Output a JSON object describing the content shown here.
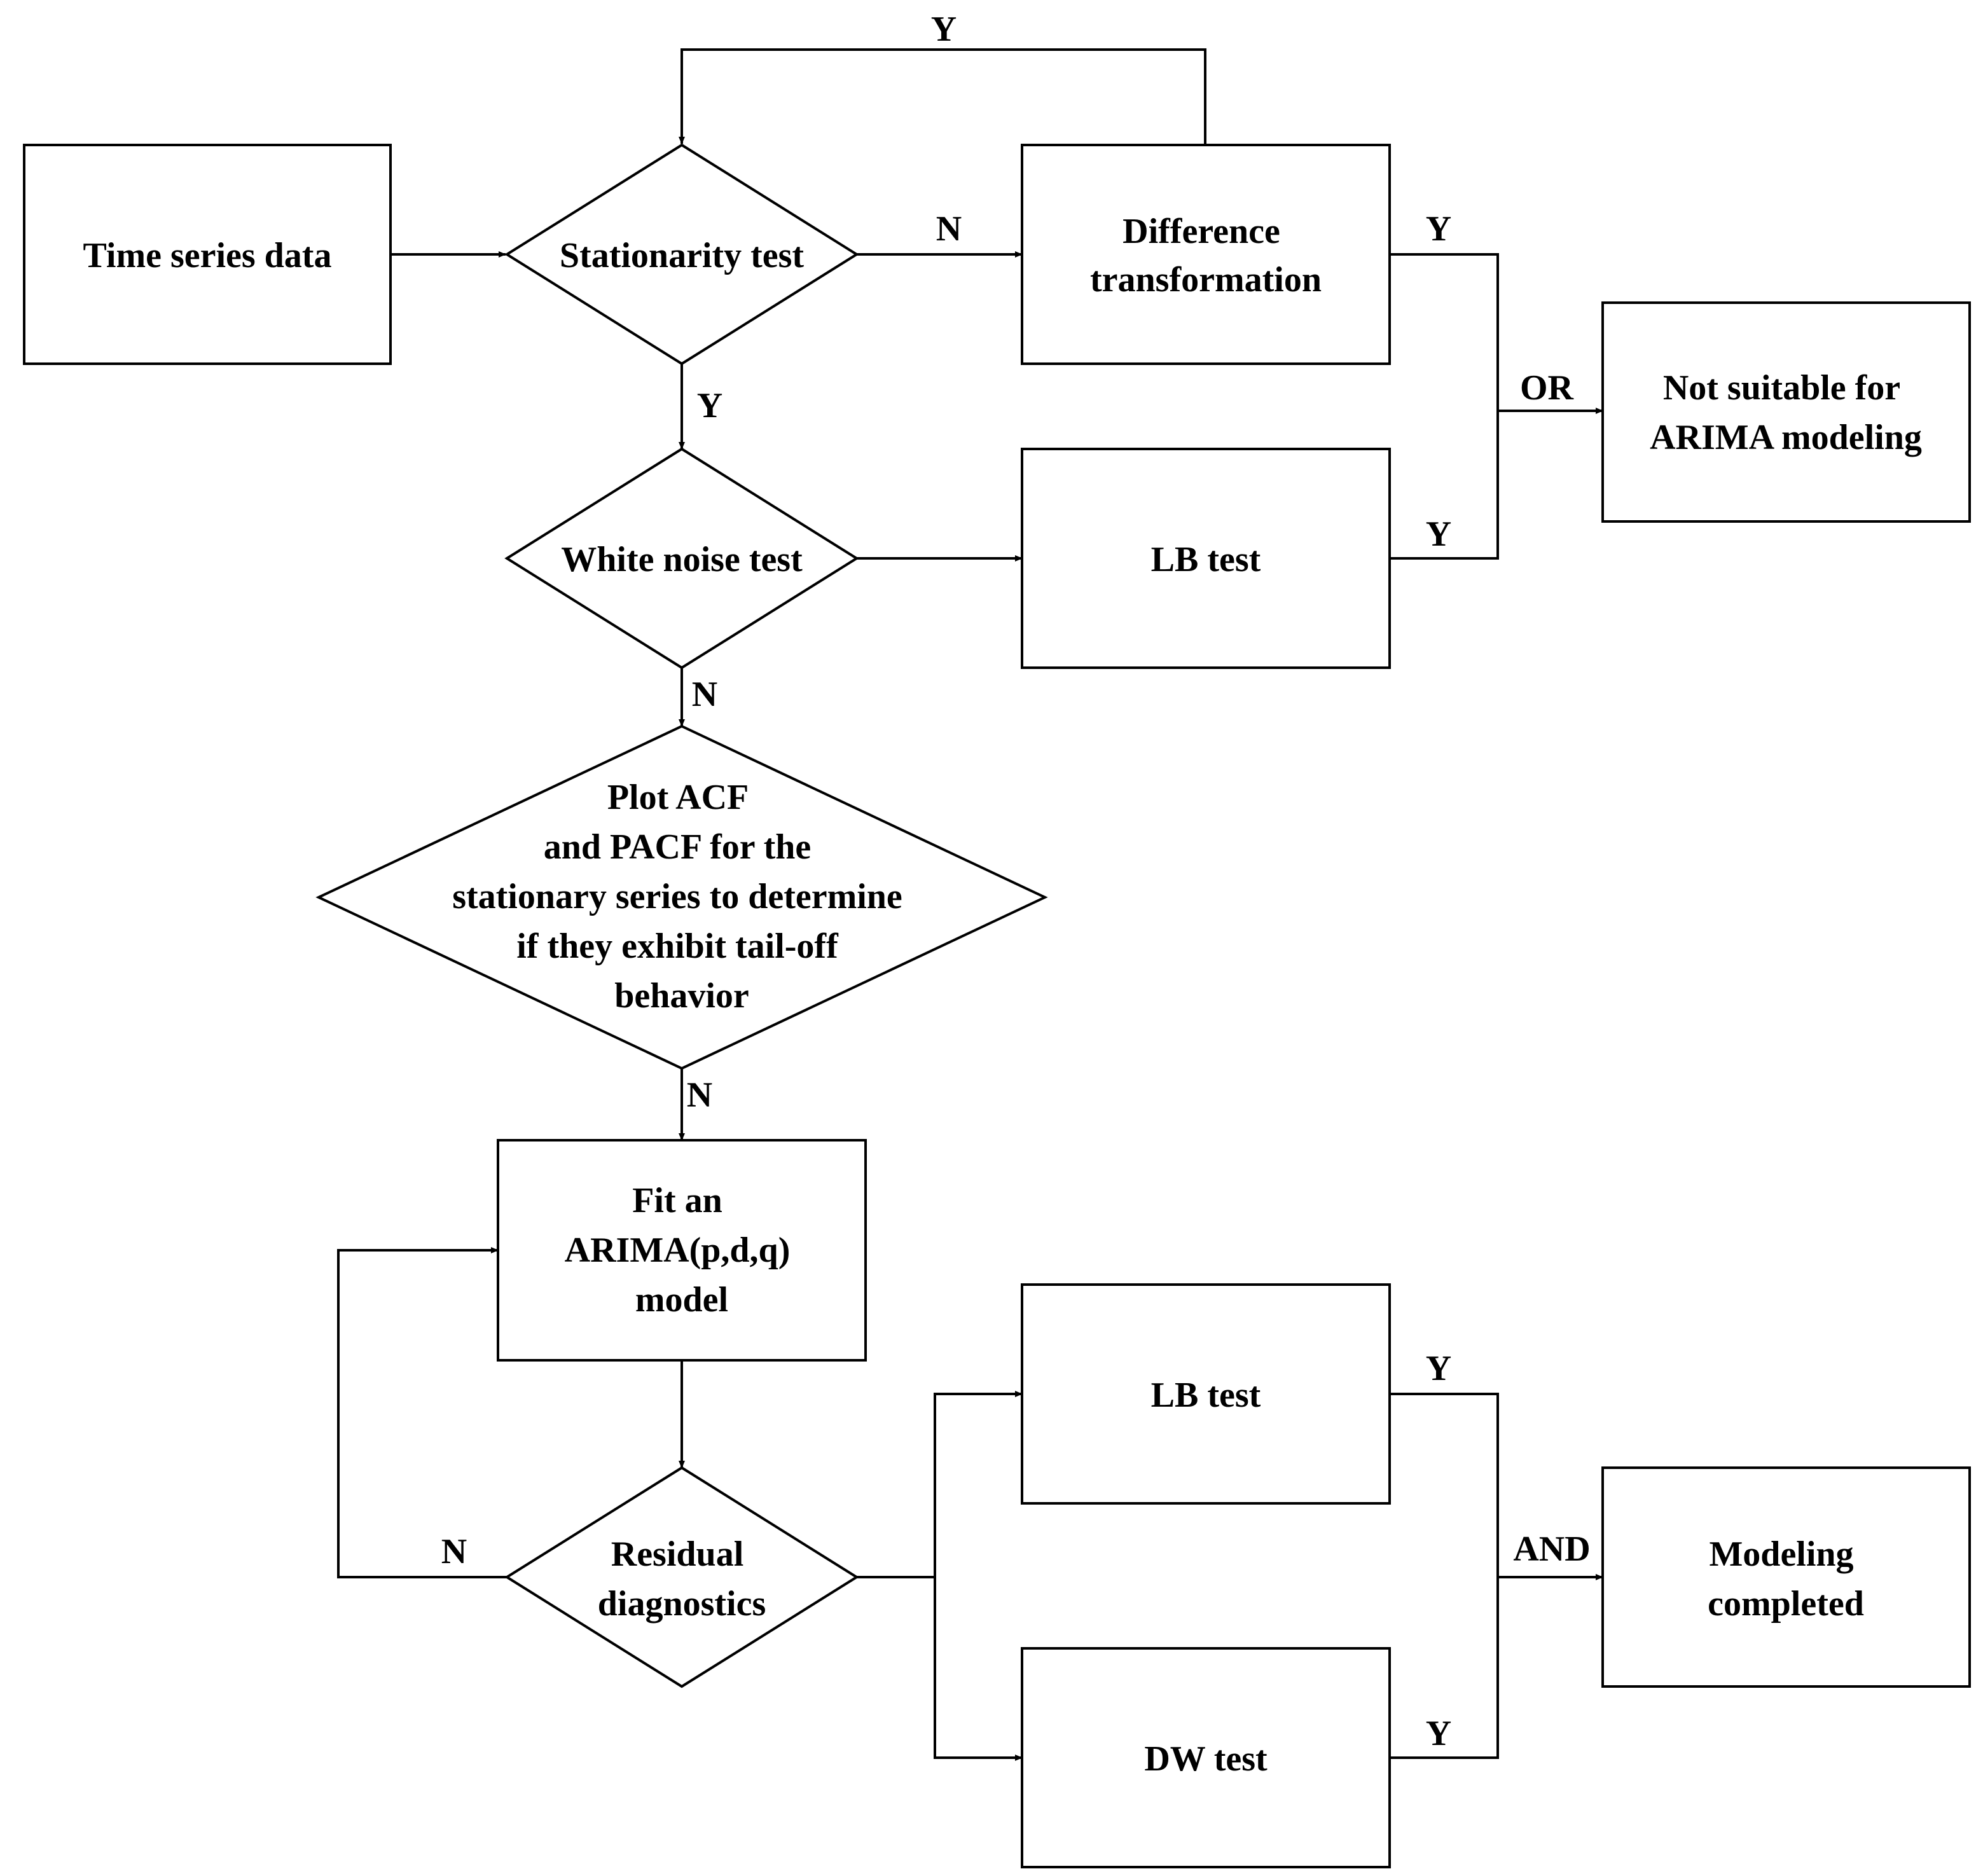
{
  "nodes": {
    "time_series": [
      "Time series data"
    ],
    "stationarity": [
      "Stationarity test"
    ],
    "difference": [
      "Difference",
      "transformation"
    ],
    "not_suitable": [
      "Not suitable for",
      "ARIMA modeling"
    ],
    "white_noise": [
      "White noise test"
    ],
    "lb_test_1": [
      "LB test"
    ],
    "plot_acf": [
      "Plot ACF",
      "and PACF for the",
      "stationary series to determine",
      "if they exhibit tail-off",
      "behavior"
    ],
    "fit_arima": [
      "Fit an",
      "ARIMA(p,d,q)",
      "model"
    ],
    "residual": [
      "Residual",
      "diagnostics"
    ],
    "lb_test_2": [
      "LB test"
    ],
    "dw_test": [
      "DW test"
    ],
    "completed": [
      "Modeling",
      "completed"
    ]
  },
  "edge_labels": {
    "loop_top_y": "Y",
    "stat_to_diff_n": "N",
    "stat_to_white_y": "Y",
    "diff_to_join_y": "Y",
    "lb1_to_join_y": "Y",
    "or": "OR",
    "white_to_plot_n": "N",
    "plot_to_fit_n": "N",
    "residual_back_n": "N",
    "lb2_to_join_y": "Y",
    "dw_to_join_y": "Y",
    "and": "AND"
  },
  "colors": {
    "stroke": "#000000",
    "background": "#ffffff"
  }
}
